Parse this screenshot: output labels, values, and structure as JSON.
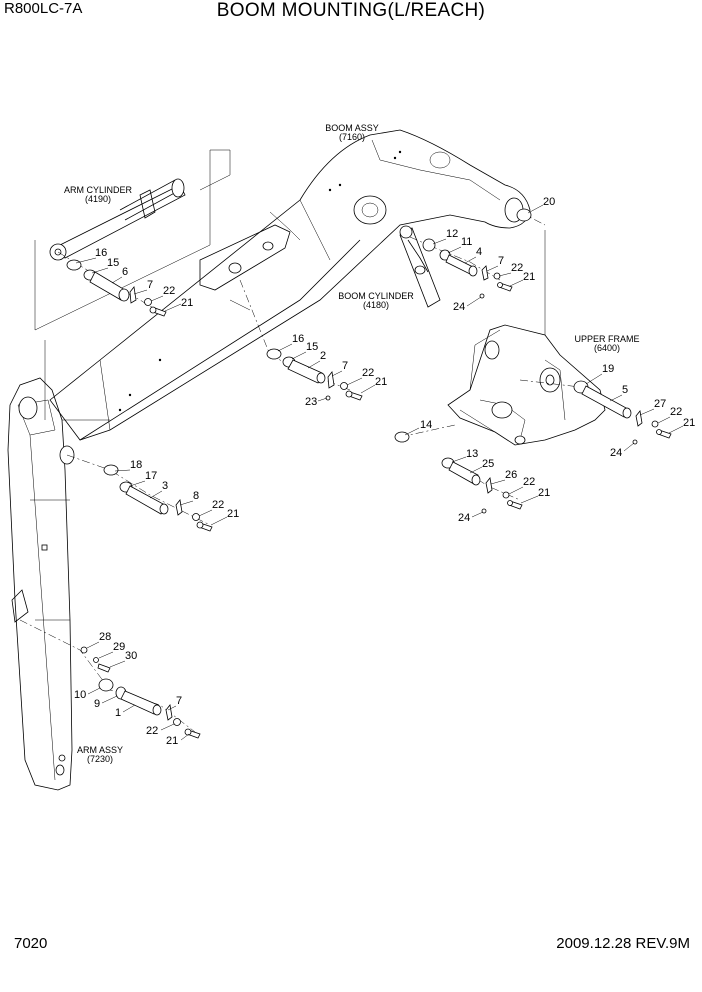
{
  "header": {
    "model": "R800LC-7A",
    "title": "BOOM MOUNTING(L/REACH)"
  },
  "footer": {
    "page_number": "7020",
    "revision": "2009.12.28  REV.9M"
  },
  "assemblies": {
    "boom_assy": {
      "name": "BOOM ASSY",
      "code": "(7160)"
    },
    "arm_cylinder": {
      "name": "ARM CYLINDER",
      "code": "(4190)"
    },
    "boom_cylinder": {
      "name": "BOOM CYLINDER",
      "code": "(4180)"
    },
    "upper_frame": {
      "name": "UPPER FRAME",
      "code": "(6400)"
    },
    "arm_assy": {
      "name": "ARM ASSY",
      "code": "(7230)"
    }
  },
  "callouts": {
    "c16a": "16",
    "c15a": "15",
    "c6": "6",
    "c7a": "7",
    "c22a": "22",
    "c21a": "21",
    "c20": "20",
    "c12": "12",
    "c11": "11",
    "c4": "4",
    "c7b": "7",
    "c22b": "22",
    "c21b": "21",
    "c24a": "24",
    "c16b": "16",
    "c15b": "15",
    "c2": "2",
    "c7c": "7",
    "c22c": "22",
    "c21c": "21",
    "c23": "23",
    "c19": "19",
    "c5": "5",
    "c27": "27",
    "c22d": "22",
    "c21d": "21",
    "c24b": "24",
    "c14": "14",
    "c13": "13",
    "c25": "25",
    "c26": "26",
    "c22e": "22",
    "c21e": "21",
    "c24c": "24",
    "c18": "18",
    "c17": "17",
    "c3": "3",
    "c8": "8",
    "c22f": "22",
    "c21f": "21",
    "c28": "28",
    "c29": "29",
    "c30": "30",
    "c10": "10",
    "c9": "9",
    "c1": "1",
    "c7d": "7",
    "c22g": "22",
    "c21g": "21"
  }
}
